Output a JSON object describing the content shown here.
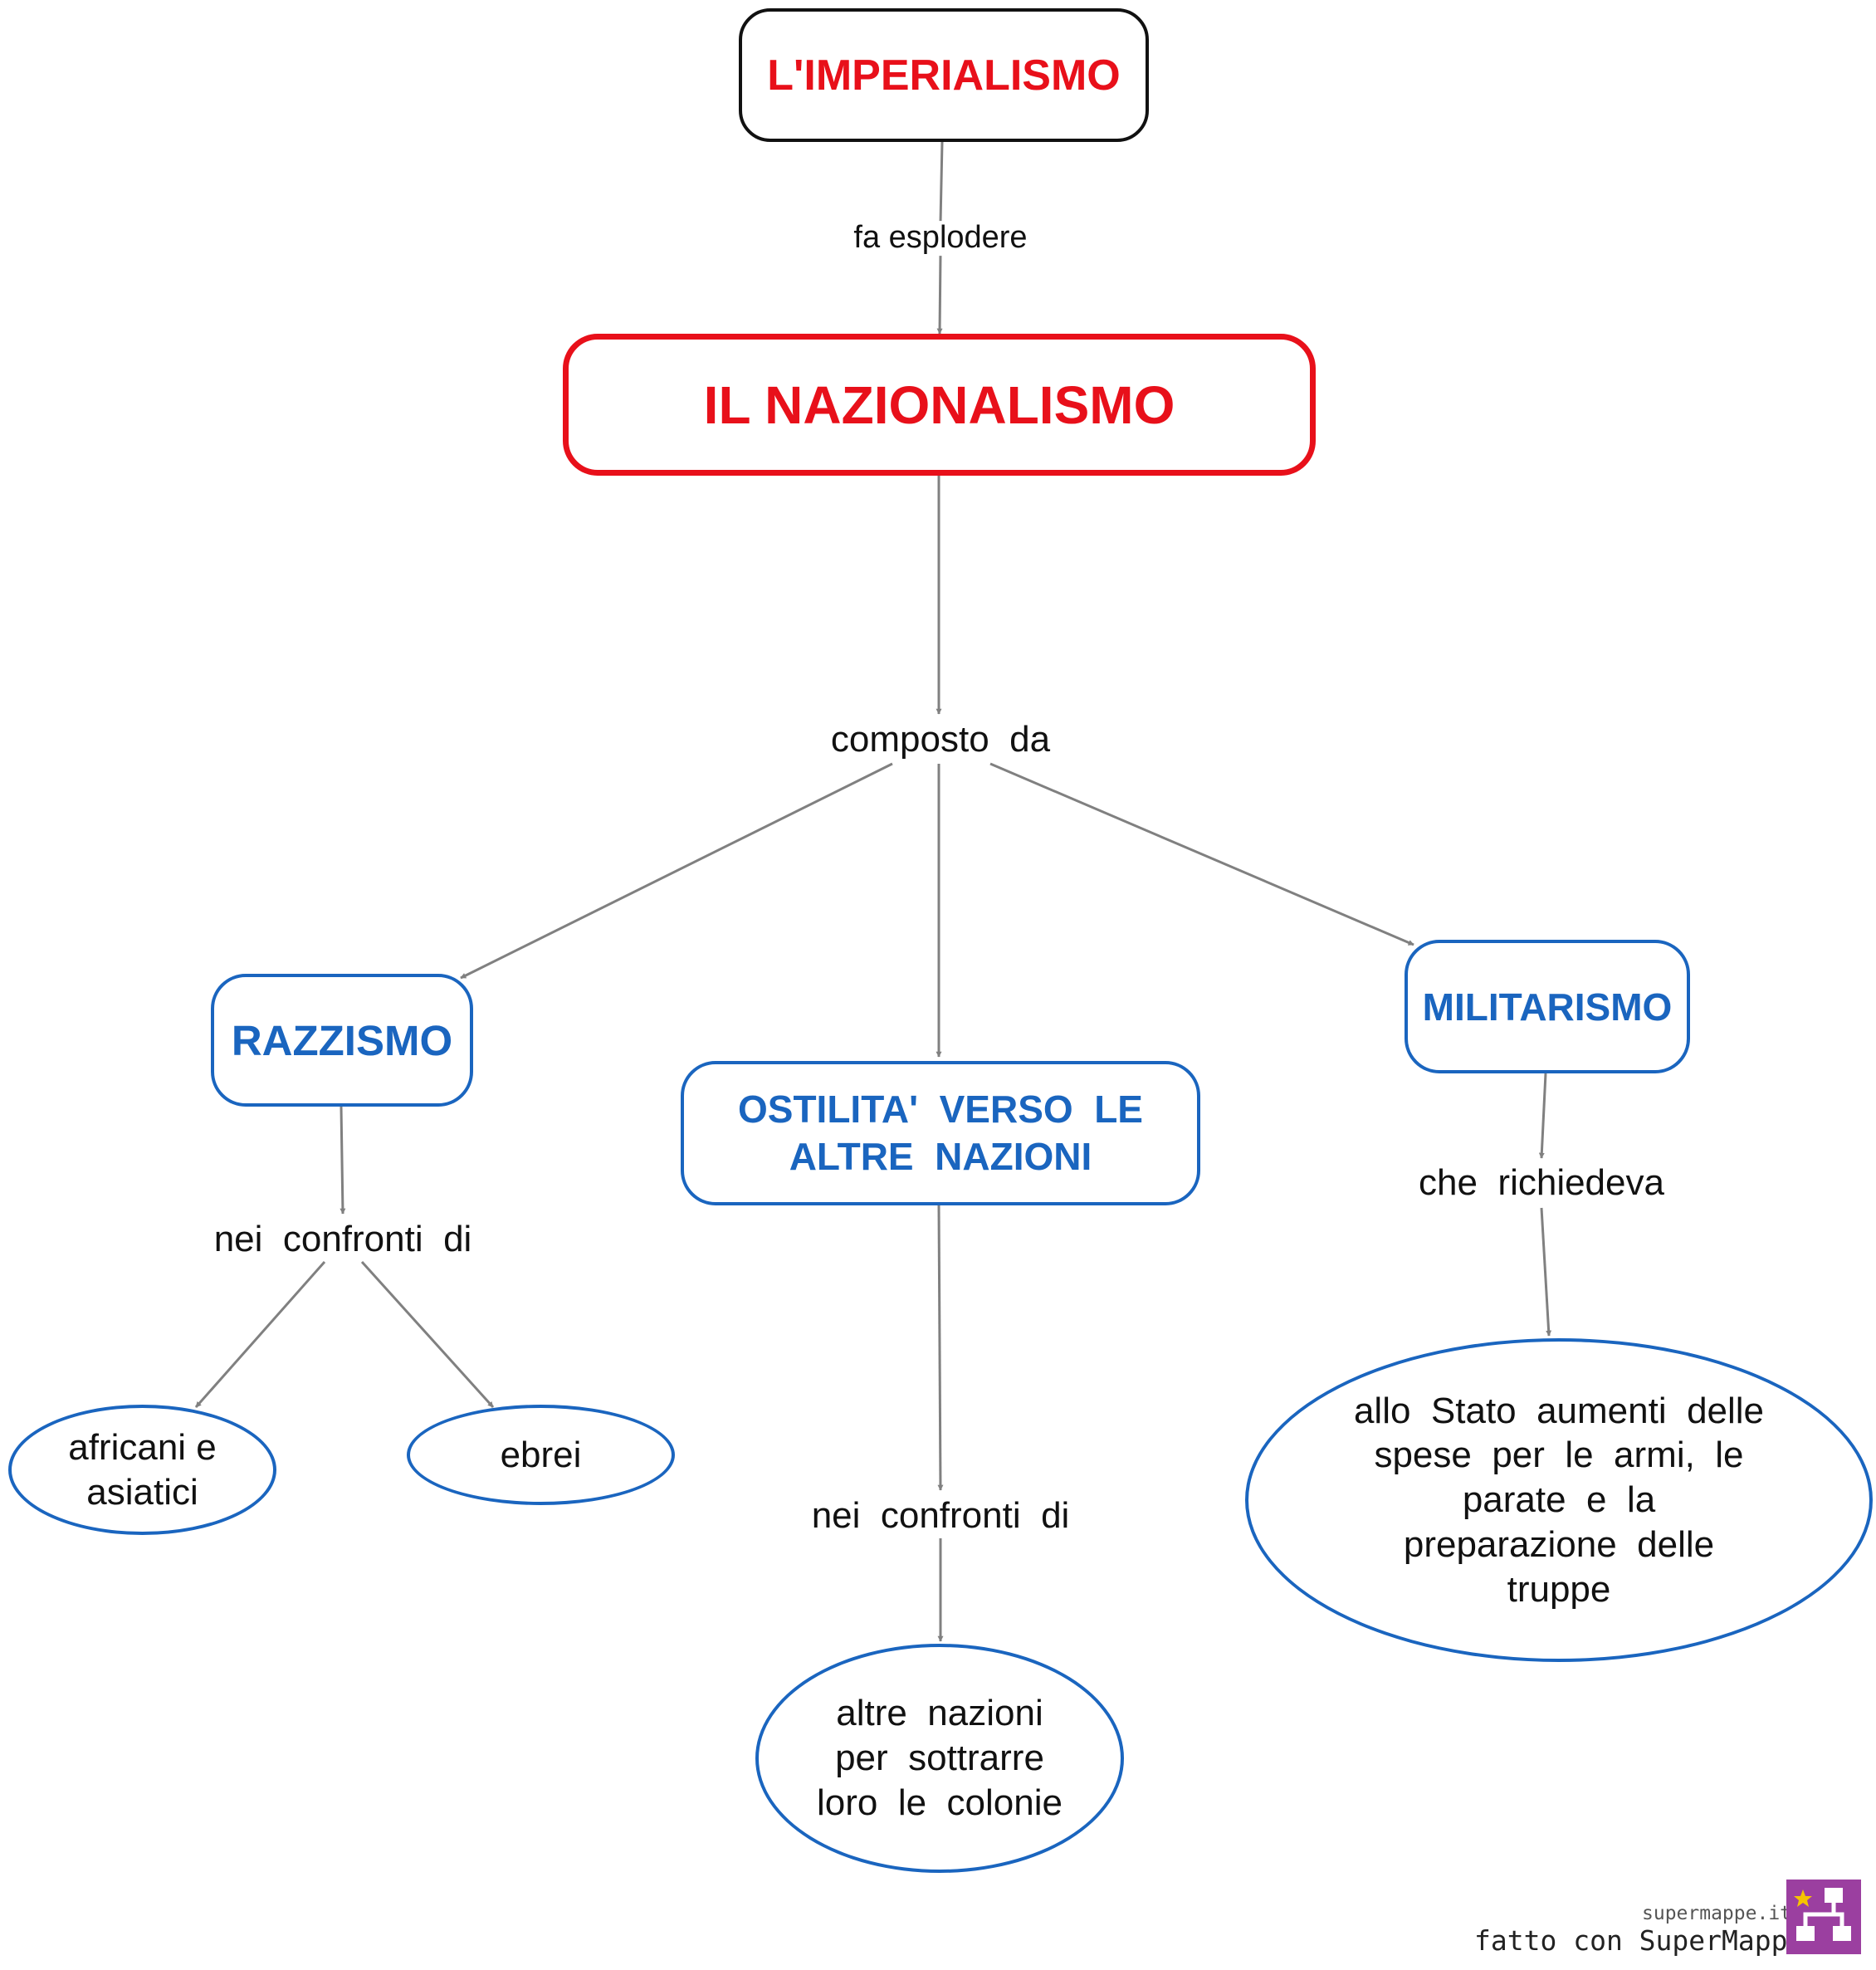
{
  "colors": {
    "red": "#e8101a",
    "blue": "#1a65bf",
    "black": "#111111",
    "edge": "#808080",
    "logo": "#9b3fa0"
  },
  "nodes": {
    "imperialismo": "L'IMPERIALISMO",
    "nazionalismo": "IL NAZIONALISMO",
    "razzismo": "RAZZISMO",
    "ostilita_line1": "OSTILITA'  VERSO  LE",
    "ostilita_line2": "ALTRE  NAZIONI",
    "militarismo": "MILITARISMO",
    "africani_line1": "africani e",
    "africani_line2": "asiatici",
    "ebrei": "ebrei",
    "altre_line1": "altre  nazioni",
    "altre_line2": "per  sottrarre",
    "altre_line3": "loro  le  colonie",
    "stato_line1": "allo  Stato  aumenti  delle",
    "stato_line2": "spese  per  le  armi,  le",
    "stato_line3": "parate  e  la",
    "stato_line4": "preparazione  delle",
    "stato_line5": "truppe"
  },
  "links": {
    "fa_esplodere": "fa esplodere",
    "composto_da": "composto  da",
    "nei_confronti_razzismo": "nei  confronti  di",
    "nei_confronti_ostilita": "nei  confronti  di",
    "che_richiedeva": "che  richiedeva"
  },
  "watermark": {
    "site": "supermappe.it",
    "made_with": "fatto con SuperMappe"
  }
}
